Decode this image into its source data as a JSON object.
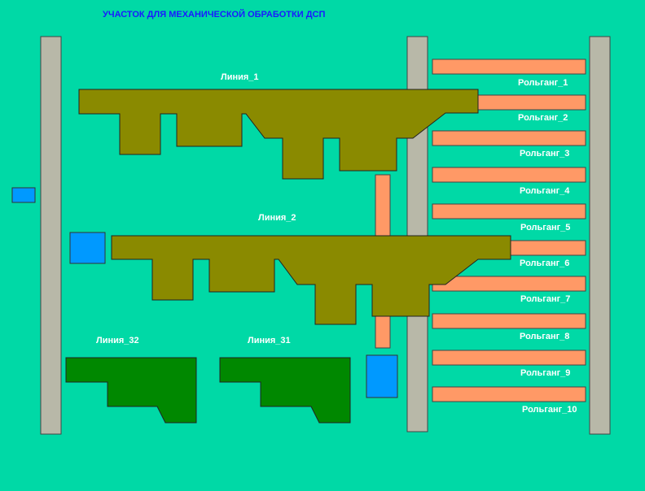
{
  "title": "УЧАСТОК ДЛЯ МЕХАНИЧЕСКОЙ ОБРАБОТКИ ДСП",
  "lines": {
    "line1": "Линия_1",
    "line2": "Линия_2",
    "line31": "Линия_31",
    "line32": "Линия_32"
  },
  "conveyors": [
    "Рольганг_1",
    "Рольганг_2",
    "Рольганг_3",
    "Рольганг_4",
    "Рольганг_5",
    "Рольганг_6",
    "Рольганг_7",
    "Рольганг_8",
    "Рольганг_9",
    "Рольганг_10"
  ],
  "colors": {
    "background": "#00d9a6",
    "title": "#1a1aff",
    "rail": "#b8b8a8",
    "line_olive": "#8a8a00",
    "line_green": "#008800",
    "conveyor": "#ff9966",
    "block_blue": "#0099ff",
    "label": "#ffffff"
  }
}
